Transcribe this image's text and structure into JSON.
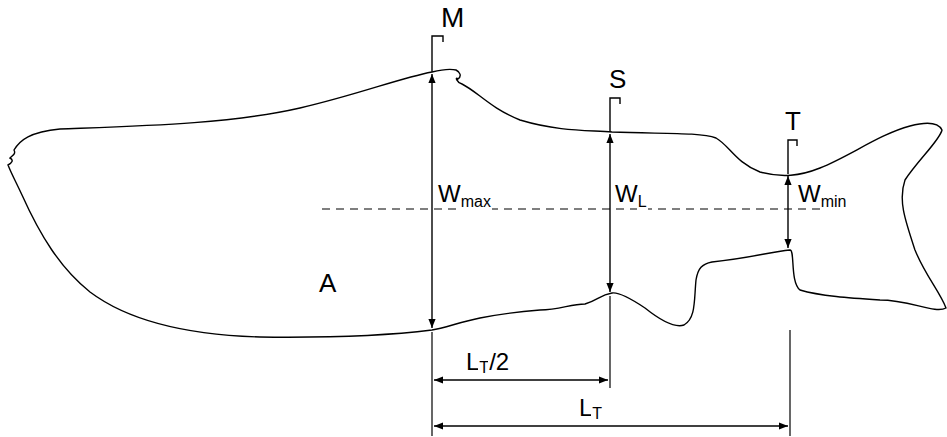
{
  "diagram": {
    "labels": [
      "M",
      "S",
      "T",
      "W",
      "max",
      "W",
      "L",
      "W",
      "min",
      "A",
      "L",
      "T",
      "/2",
      "L",
      "T"
    ]
  }
}
